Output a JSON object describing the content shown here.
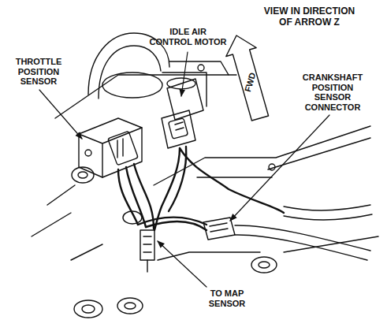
{
  "diagram": {
    "labels": [
      "VIEW IN DIRECTION OF ARROW Z",
      "IDLE AIR CONTROL MOTOR",
      "THROTTLE POSITION SENSOR",
      "CRANKSHAFT POSITION SENSOR CONNECTOR",
      "FWD",
      "TO MAP SENSOR"
    ]
  }
}
